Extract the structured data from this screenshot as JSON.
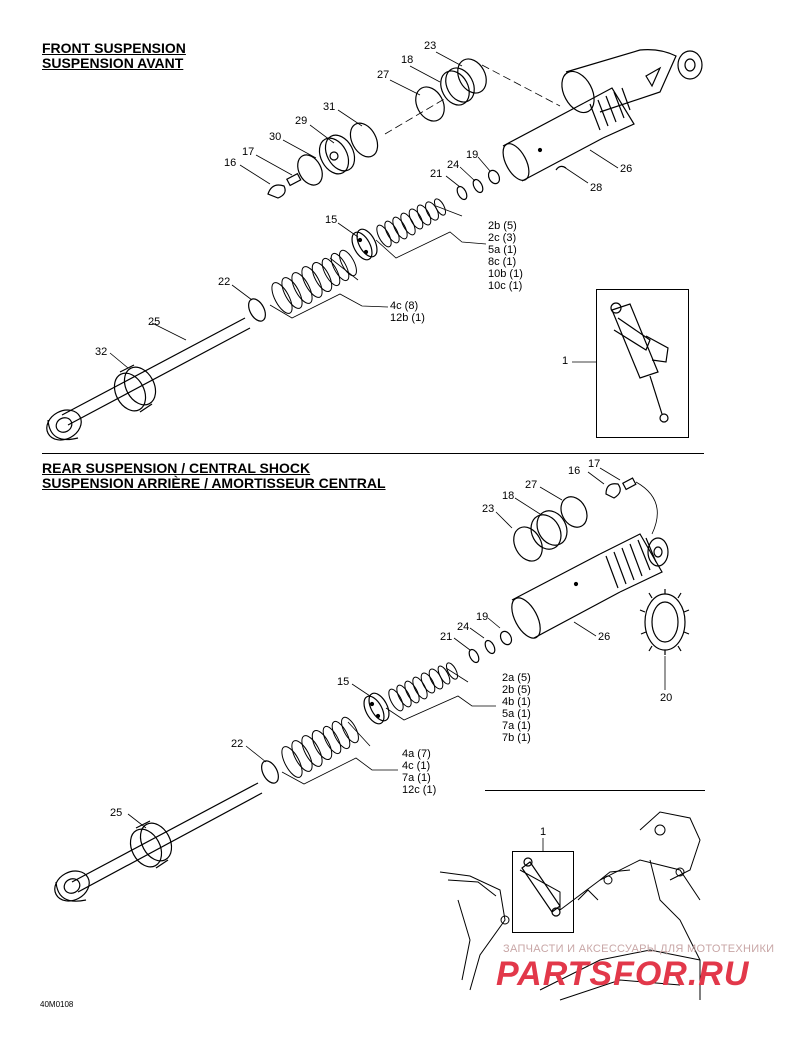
{
  "front": {
    "title_line1": "FRONT SUSPENSION",
    "title_line2": "SUSPENSION AVANT",
    "labels": {
      "p23": "23",
      "p18": "18",
      "p27": "27",
      "p31": "31",
      "p29": "29",
      "p30": "30",
      "p17": "17",
      "p16": "16",
      "p21": "21",
      "p24": "24",
      "p19": "19",
      "p26": "26",
      "p28": "28",
      "p15": "15",
      "p22": "22",
      "p25": "25",
      "p32": "32",
      "p1": "1"
    },
    "shim_group_1": [
      "2b (5)",
      "2c (3)",
      "5a (1)",
      "8c (1)",
      "10b (1)",
      "10c (1)"
    ],
    "shim_group_2": [
      "4c (8)",
      "12b (1)"
    ]
  },
  "rear": {
    "title_line1": "REAR SUSPENSION / CENTRAL SHOCK",
    "title_line2": "SUSPENSION ARRIÈRE / AMORTISSEUR CENTRAL",
    "labels": {
      "p16": "16",
      "p17": "17",
      "p27": "27",
      "p18": "18",
      "p23": "23",
      "p19": "19",
      "p24": "24",
      "p21": "21",
      "p26": "26",
      "p15": "15",
      "p20": "20",
      "p22": "22",
      "p25": "25",
      "p1": "1"
    },
    "shim_group_1": [
      "2a (5)",
      "2b (5)",
      "4b (1)",
      "5a (1)",
      "7a (1)",
      "7b (1)"
    ],
    "shim_group_2": [
      "4a (7)",
      "4c (1)",
      "7a (1)",
      "12c (1)"
    ]
  },
  "watermark": {
    "tagline": "ЗАПЧАСТИ И АКСЕССУАРЫ ДЛЯ МОТОТЕХНИКИ",
    "logo": "PARTSFOR.RU"
  },
  "doc_id": "40M0108"
}
